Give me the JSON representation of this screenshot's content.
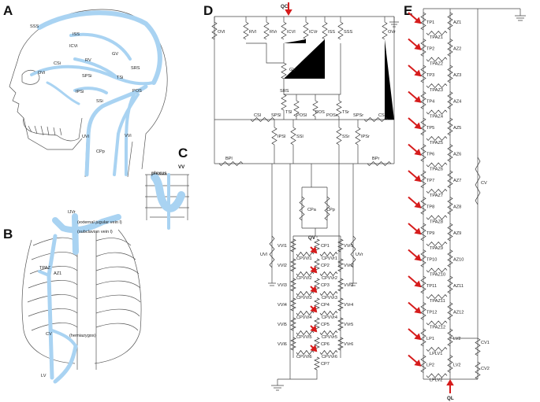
{
  "panels": {
    "A": "A",
    "B": "B",
    "C": "C",
    "D": "D",
    "E": "E"
  },
  "panelA": {
    "labels": [
      "SSS",
      "ISS",
      "ICVi",
      "GV",
      "RV",
      "CSi",
      "OVi",
      "SPSi",
      "TSi",
      "SRS",
      "IPSi",
      "SSi",
      "POS",
      "UVi",
      "CPp",
      "VVi"
    ]
  },
  "panelB": {
    "labels": [
      "IJVr",
      "(external jugular vein l)",
      "(subclavian vein l)",
      "TPAZ",
      "AZ1",
      "CV",
      "(hemiazygos)",
      "LV"
    ]
  },
  "panelC": {
    "labels": [
      "plexus",
      "VV"
    ]
  },
  "panelD": {
    "top_flow": "QC",
    "top_row": [
      "OVl",
      "RVl",
      "RVr",
      "ICVl",
      "ICVr",
      "ISS",
      "SSS",
      "OVr"
    ],
    "mid": [
      "GV",
      "SRS"
    ],
    "sinus_row": [
      "CSl",
      "SPSl",
      "TSl",
      "POSl",
      "POS",
      "POSr",
      "TSr",
      "SPSr",
      "CSr"
    ],
    "petrosal_row": [
      "IPSl",
      "SSl",
      "SSr",
      "IPSr"
    ],
    "bp": [
      "BPl",
      "BPr"
    ],
    "plexus": [
      "CPa",
      "CPp"
    ],
    "jugular": [
      "UVl",
      "UVr"
    ],
    "vertebral_flow": "QV",
    "vertebral_rows": [
      {
        "left": "VVl1",
        "center": "CP1",
        "right": "VVr1"
      },
      {
        "left": "VVl2",
        "center": "CP2",
        "right": "VVr2"
      },
      {
        "left": "VVl3",
        "center": "CP3",
        "right": "VVr3"
      },
      {
        "left": "VVl4",
        "center": "CP4",
        "right": "VVr4"
      },
      {
        "left": "VVl5",
        "center": "CP5",
        "right": "VVr5"
      },
      {
        "left": "VVl6",
        "center": "CP6",
        "right": "VVr6"
      },
      {
        "left": "",
        "center": "CP7",
        "right": ""
      }
    ],
    "cross_rows": [
      {
        "left": "CPVVl1",
        "right": "CPVVr1"
      },
      {
        "left": "CPVVl2",
        "right": "CPVVr2"
      },
      {
        "left": "CPVVl3",
        "right": "CPVVr3"
      },
      {
        "left": "CPVVl4",
        "right": "CPVVr4"
      },
      {
        "left": "CPVVl5",
        "right": "CPVVr5"
      },
      {
        "left": "CPVVl6",
        "right": "CPVVr6"
      }
    ]
  },
  "panelE": {
    "rows": [
      {
        "left": "TP1",
        "right": "AZ1",
        "link": "TPAZ1"
      },
      {
        "left": "TP2",
        "right": "AZ2",
        "link": "TPAZ2"
      },
      {
        "left": "TP3",
        "right": "AZ3",
        "link": "TPAZ3"
      },
      {
        "left": "TP4",
        "right": "AZ4",
        "link": "TPAZ4"
      },
      {
        "left": "TP5",
        "right": "AZ5",
        "link": "TPAZ5"
      },
      {
        "left": "TP6",
        "right": "AZ6",
        "link": "TPAZ6"
      },
      {
        "left": "TP7",
        "right": "AZ7",
        "link": "TPAZ7"
      },
      {
        "left": "TP8",
        "right": "AZ8",
        "link": "TPAZ8"
      },
      {
        "left": "TP9",
        "right": "AZ9",
        "link": "TPAZ9"
      },
      {
        "left": "TP10",
        "right": "AZ10",
        "link": "TPAZ10"
      },
      {
        "left": "TP11",
        "right": "AZ11",
        "link": "TPAZ11"
      },
      {
        "left": "TP12",
        "right": "AZ12",
        "link": "TPAZ12"
      },
      {
        "left": "LP1",
        "right": "LV2",
        "link": "LPLV1"
      },
      {
        "left": "LP2",
        "right": "LV2",
        "link": "LPLV2"
      }
    ],
    "cv": "CV",
    "cv1": "CV1",
    "cv2": "CV2",
    "bottom_flow": "QL",
    "colors": {
      "arrow": "#d61c1c",
      "vein": "#a9d3f2"
    }
  }
}
